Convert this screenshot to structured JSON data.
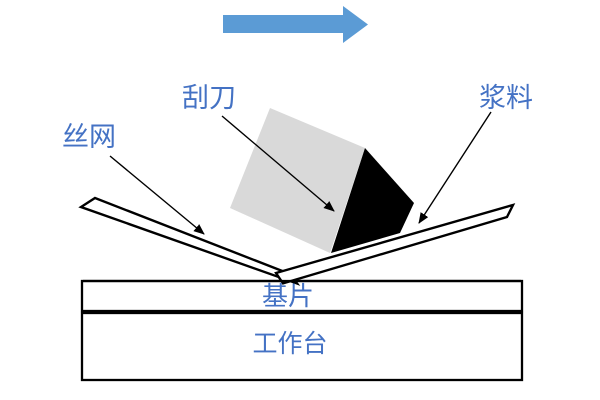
{
  "diagram": {
    "labels": {
      "squeegee": "刮刀",
      "paste": "浆料",
      "screen": "丝网",
      "substrate": "基片",
      "worktable": "工作台"
    },
    "colors": {
      "arrow_blue": "#5B9BD5",
      "label_blue": "#4472C4",
      "squeegee_gray": "#D9D9D9",
      "paste_black": "#000000",
      "outline_black": "#000000"
    }
  }
}
